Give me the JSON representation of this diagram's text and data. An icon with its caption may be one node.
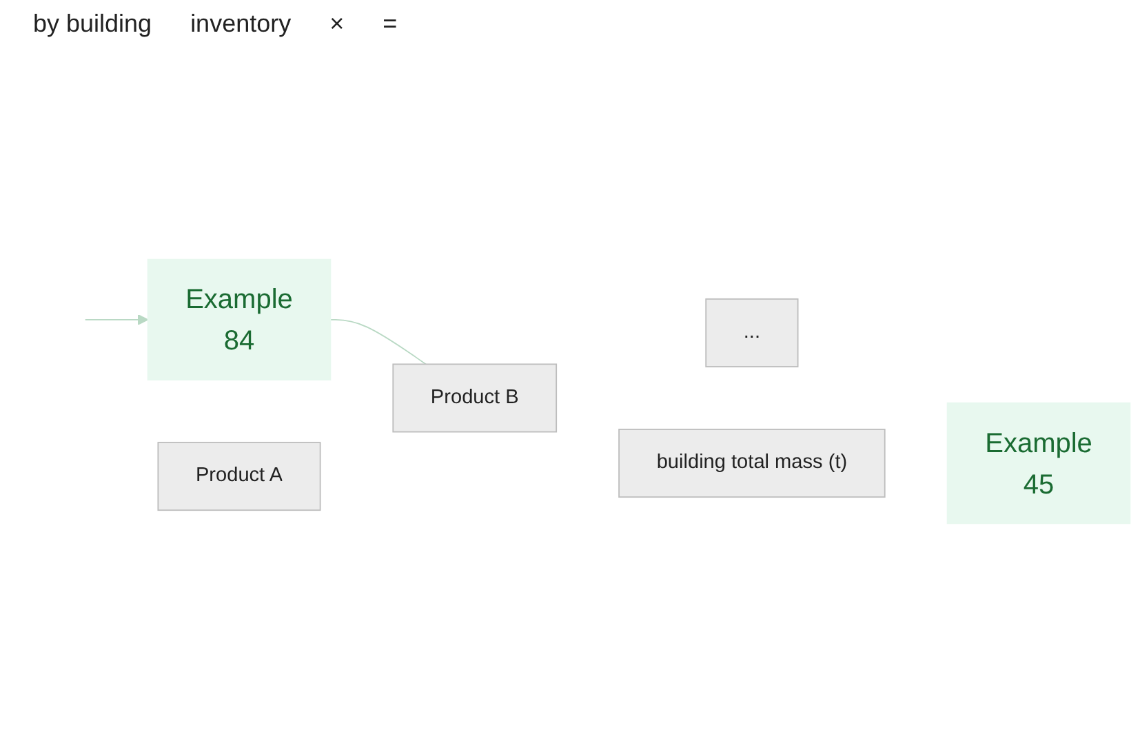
{
  "diagram": {
    "nodes": [
      {
        "text": [
          "Example",
          "84"
        ]
      },
      {
        "text": [
          "Product A"
        ]
      },
      {
        "text": [
          "Product B"
        ]
      },
      {
        "text": [
          "..."
        ]
      },
      {
        "text": [
          "building total mass (t)"
        ]
      },
      {
        "text": [
          "Example",
          "45"
        ]
      }
    ],
    "edges": [
      {
        "from": null,
        "to": 0,
        "arrow": "to"
      },
      {
        "from": 0,
        "to": 2,
        "arrow": "none"
      }
    ],
    "labels": [
      "by building",
      "inventory",
      "×",
      "="
    ]
  }
}
